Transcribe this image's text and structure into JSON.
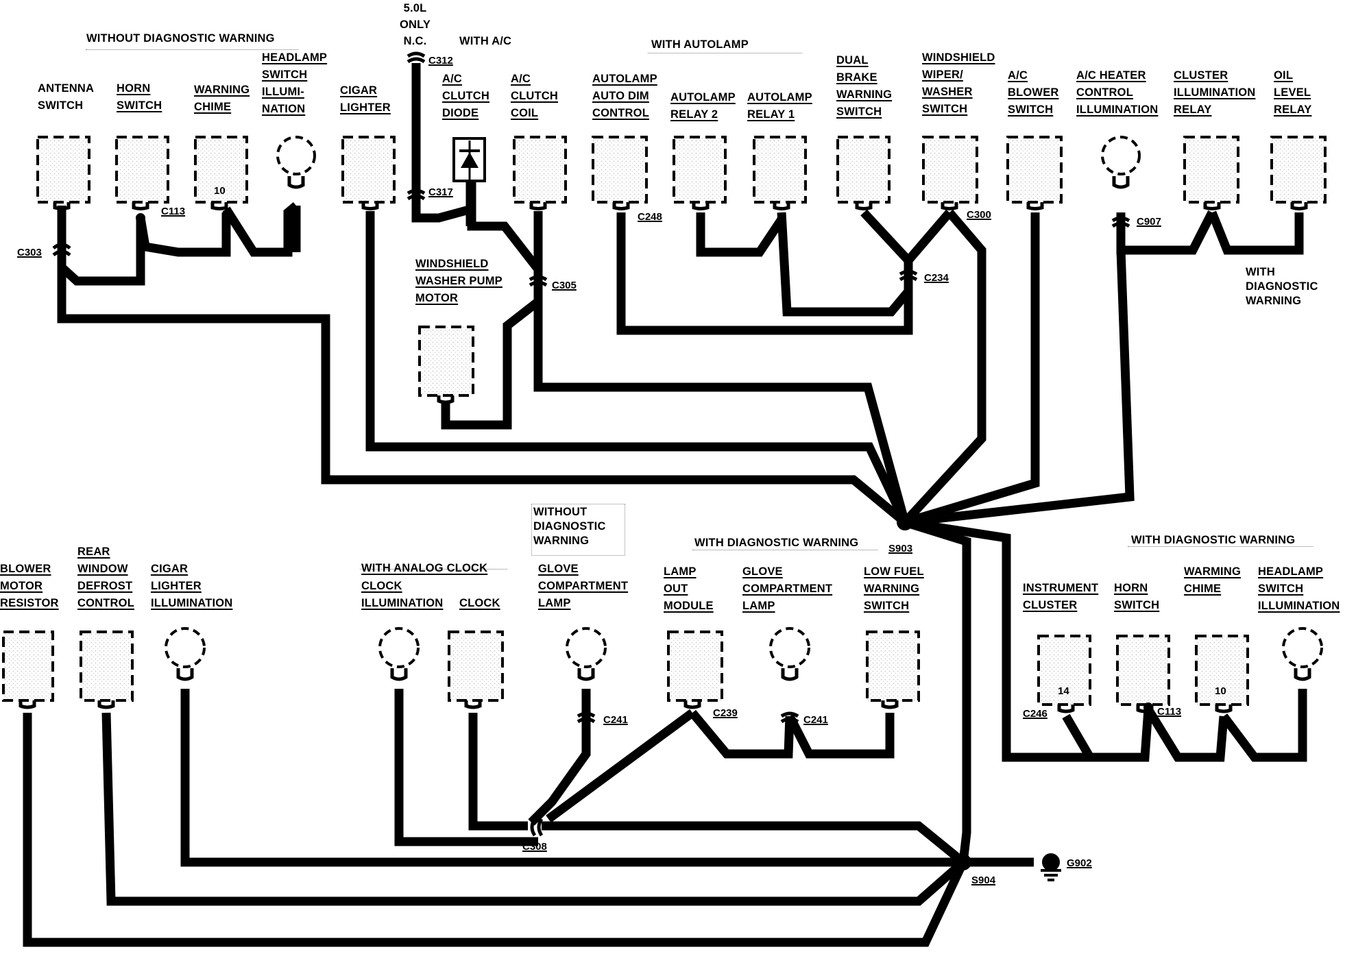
{
  "group_titles": {
    "without_diag_top": "WITHOUT DIAGNOSTIC WARNING",
    "five_liter": "5.0L\nONLY\nN.C.",
    "with_ac": "WITH A/C",
    "with_autolamp": "WITH AUTOLAMP",
    "with_diag_right_top": "WITH\nDIAGNOSTIC\nWARNING",
    "without_diag_mid": "WITHOUT\nDIAGNOSTIC\nWARNING",
    "with_diag_mid": "WITH DIAGNOSTIC WARNING",
    "with_diag_right_bottom": "WITH DIAGNOSTIC WARNING",
    "with_analog_clock": "WITH ANALOG CLOCK"
  },
  "components_top": {
    "antenna_switch": "ANTENNA\nSWITCH",
    "horn_switch": "HORN\nSWITCH",
    "warning_chime": "WARNING\nCHIME",
    "headlamp_switch_illumination": "HEADLAMP\nSWITCH\nILLUMI-\nNATION",
    "cigar_lighter": "CIGAR\nLIGHTER",
    "ac_clutch_diode": "A/C\nCLUTCH\nDIODE",
    "ac_clutch_coil": "A/C\nCLUTCH\nCOIL",
    "autolamp_auto_dim_control": "AUTOLAMP\nAUTO DIM\nCONTROL",
    "autolamp_relay_2": "AUTOLAMP\nRELAY 2",
    "autolamp_relay_1": "AUTOLAMP\nRELAY 1",
    "dual_brake_warning_switch": "DUAL\nBRAKE\nWARNING\nSWITCH",
    "windshield_wiper_washer_switch": "WINDSHIELD\nWIPER/\nWASHER\nSWITCH",
    "ac_blower_switch": "A/C\nBLOWER\nSWITCH",
    "ac_heater_control_illumination": "A/C HEATER\nCONTROL\nILLUMINATION",
    "cluster_illumination_relay": "CLUSTER\nILLUMINATION\nRELAY",
    "oil_level_relay": "OIL\nLEVEL\nRELAY",
    "windshield_washer_pump_motor": "WINDSHIELD\nWASHER PUMP\nMOTOR"
  },
  "components_bottom": {
    "blower_motor_resistor": "BLOWER\nMOTOR\nRESISTOR",
    "rear_window_defrost_control": "REAR\nWINDOW\nDEFROST\nCONTROL",
    "cigar_lighter_illumination": "CIGAR\nLIGHTER\nILLUMINATION",
    "clock_illumination": "CLOCK\nILLUMINATION",
    "clock": "CLOCK",
    "glove_compartment_lamp_a": "GLOVE\nCOMPARTMENT\nLAMP",
    "lamp_out_module": "LAMP\nOUT\nMODULE",
    "glove_compartment_lamp_b": "GLOVE\nCOMPARTMENT\nLAMP",
    "low_fuel_warning_switch": "LOW FUEL\nWARNING\nSWITCH",
    "instrument_cluster": "INSTRUMENT\nCLUSTER",
    "horn_switch_b": "HORN\nSWITCH",
    "warming_chime": "WARMING\nCHIME",
    "headlamp_switch_illumination_b": "HEADLAMP\nSWITCH\nILLUMINATION"
  },
  "connectors": {
    "c303": "C303",
    "c113_top": "C113",
    "c312": "C312",
    "c317": "C317",
    "c305": "C305",
    "c248": "C248",
    "c300": "C300",
    "c234": "C234",
    "c907": "C907",
    "c241_a": "C241",
    "c239": "C239",
    "c241_b": "C241",
    "c308": "C308",
    "c246": "C246",
    "c113_bottom": "C113"
  },
  "splices": {
    "s903": "S903",
    "s904": "S904",
    "g902": "G902"
  },
  "pin_numbers": {
    "warning_chime_top": "10",
    "instrument_cluster": "14",
    "warming_chime_bottom": "10"
  }
}
